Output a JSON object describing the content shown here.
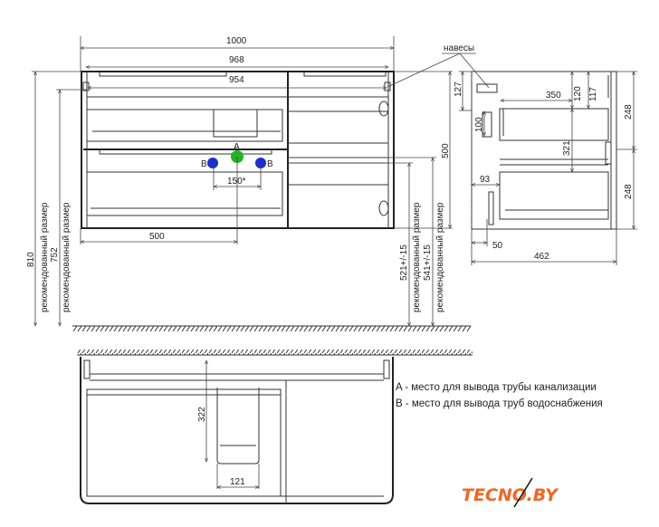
{
  "dims": {
    "w1000": "1000",
    "w968": "968",
    "w954": "954",
    "w500": "500",
    "w150": "150*",
    "h810": "810",
    "h752": "752",
    "h500": "500",
    "h521": "521+/-15",
    "h541": "541+/-15",
    "recommended": "рекомендованный размер",
    "s127": "127",
    "s350": "350",
    "s120": "120",
    "s117": "117",
    "s100": "100",
    "s321": "321",
    "s248a": "248",
    "s248b": "248",
    "s93": "93",
    "s50": "50",
    "s462": "462",
    "b322": "322",
    "b121": "121"
  },
  "labels": {
    "hinges": "навесы",
    "a": "A",
    "b": "B"
  },
  "legend": [
    "A - место для вывода трубы канализации",
    "B - место для вывода труб водоснабжения"
  ],
  "logo": "TECNO.BY",
  "colors": {
    "point_a": "#22b422",
    "point_b": "#1a2fd0",
    "logo": "#f26522"
  }
}
